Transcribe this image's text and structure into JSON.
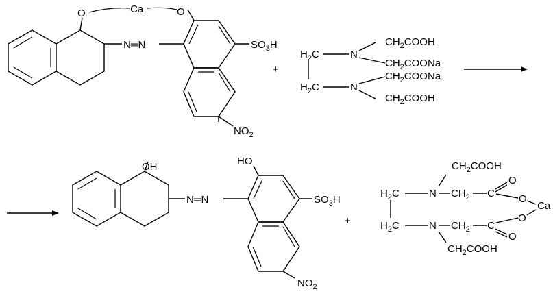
{
  "reactant_dye": {
    "o_left": "O",
    "ca": "Ca",
    "o_right": "O",
    "azo": "N═N",
    "so3h": "SO",
    "so3h_sub": "3",
    "so3h_tail": "H",
    "no2": "NO",
    "no2_sub": "2"
  },
  "plus1": "+",
  "edta_na": {
    "h2c_top": "H",
    "h2c_top_sub": "2",
    "h2c_top_tail": "C",
    "h2c_bot": "H",
    "h2c_bot_sub": "2",
    "h2c_bot_tail": "C",
    "n_top": "N",
    "n_bot": "N",
    "arm1_a": "CH",
    "arm1_sub": "2",
    "arm1_b": "COOH",
    "arm2_a": "CH",
    "arm2_sub": "2",
    "arm2_b": "COONa",
    "arm3_a": "CH",
    "arm3_sub": "2",
    "arm3_b": "COONa",
    "arm4_a": "CH",
    "arm4_sub": "2",
    "arm4_b": "COOH"
  },
  "product_dye": {
    "oh_left": "OH",
    "ho_right": "HO",
    "azo": "N═N",
    "so3h": "SO",
    "so3h_sub": "3",
    "so3h_tail": "H",
    "no2": "NO",
    "no2_sub": "2"
  },
  "plus2": "+",
  "ca_edta": {
    "top_arm_a": "CH",
    "top_arm_sub": "2",
    "top_arm_b": "COOH",
    "h2c_top": "H",
    "h2c_top_sub": "2",
    "h2c_top_tail": "C",
    "n_top": "N",
    "ch2_top_a": "CH",
    "ch2_top_sub": "2",
    "c_top": "C",
    "o_dbl_top": "O",
    "o_top": "O",
    "ca": "Ca",
    "o_bot": "O",
    "h2c_bot": "H",
    "h2c_bot_sub": "2",
    "h2c_bot_tail": "C",
    "n_bot": "N",
    "ch2_bot_a": "CH",
    "ch2_bot_sub": "2",
    "c_bot": "C",
    "o_dbl_bot": "O",
    "bot_arm_a": "CH",
    "bot_arm_sub": "2",
    "bot_arm_b": "COOH"
  }
}
